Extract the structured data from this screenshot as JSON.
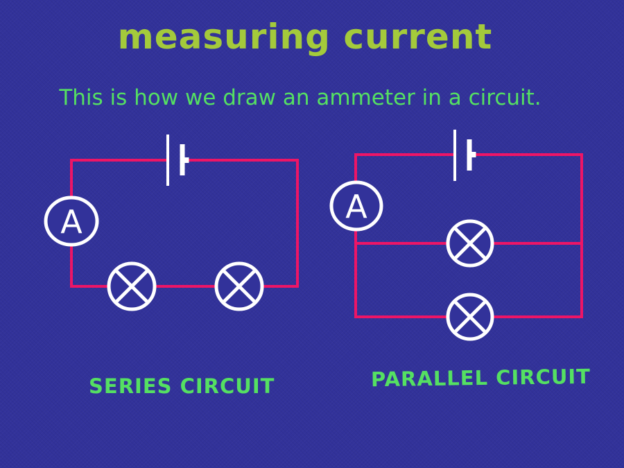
{
  "slide": {
    "title": "measuring current",
    "subtitle": "This is how we draw an ammeter in a circuit.",
    "series": {
      "label": "SERIES CIRCUIT",
      "ammeter": "A",
      "lamp_count": 2,
      "components": [
        "battery",
        "ammeter",
        "lamp",
        "lamp"
      ]
    },
    "parallel": {
      "label": "PARALLEL CIRCUIT",
      "ammeter": "A",
      "lamp_count": 2,
      "components": [
        "battery",
        "ammeter",
        "lamp",
        "lamp"
      ]
    },
    "colors": {
      "background": "#32329a",
      "title": "#a4ca3b",
      "green_text": "#55e062",
      "wire": "#ee1566",
      "symbols": "#ffffff"
    }
  }
}
